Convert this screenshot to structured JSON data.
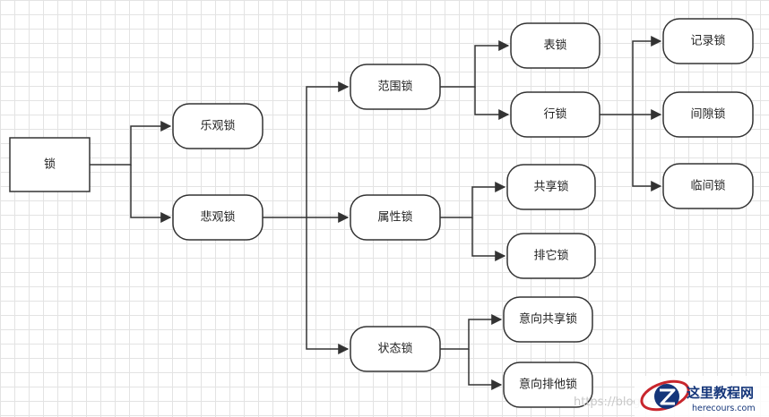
{
  "nodes": {
    "root": "锁",
    "optimistic": "乐观锁",
    "pessimistic": "悲观锁",
    "scope": "范围锁",
    "attribute": "属性锁",
    "state": "状态锁",
    "table": "表锁",
    "row": "行锁",
    "shared": "共享锁",
    "exclusive": "排它锁",
    "intent_shared": "意向共享锁",
    "intent_exclusive": "意向排他锁",
    "record": "记录锁",
    "gap": "间隙锁",
    "next_key": "临间锁"
  },
  "watermark": {
    "text": "https://blog",
    "brand_cn": "这里教程网",
    "brand_url": "herecours.com"
  },
  "colors": {
    "stroke": "#333333",
    "grid": "#e3e3e3",
    "brand_blue": "#15367a",
    "brand_red": "#c8262d"
  }
}
